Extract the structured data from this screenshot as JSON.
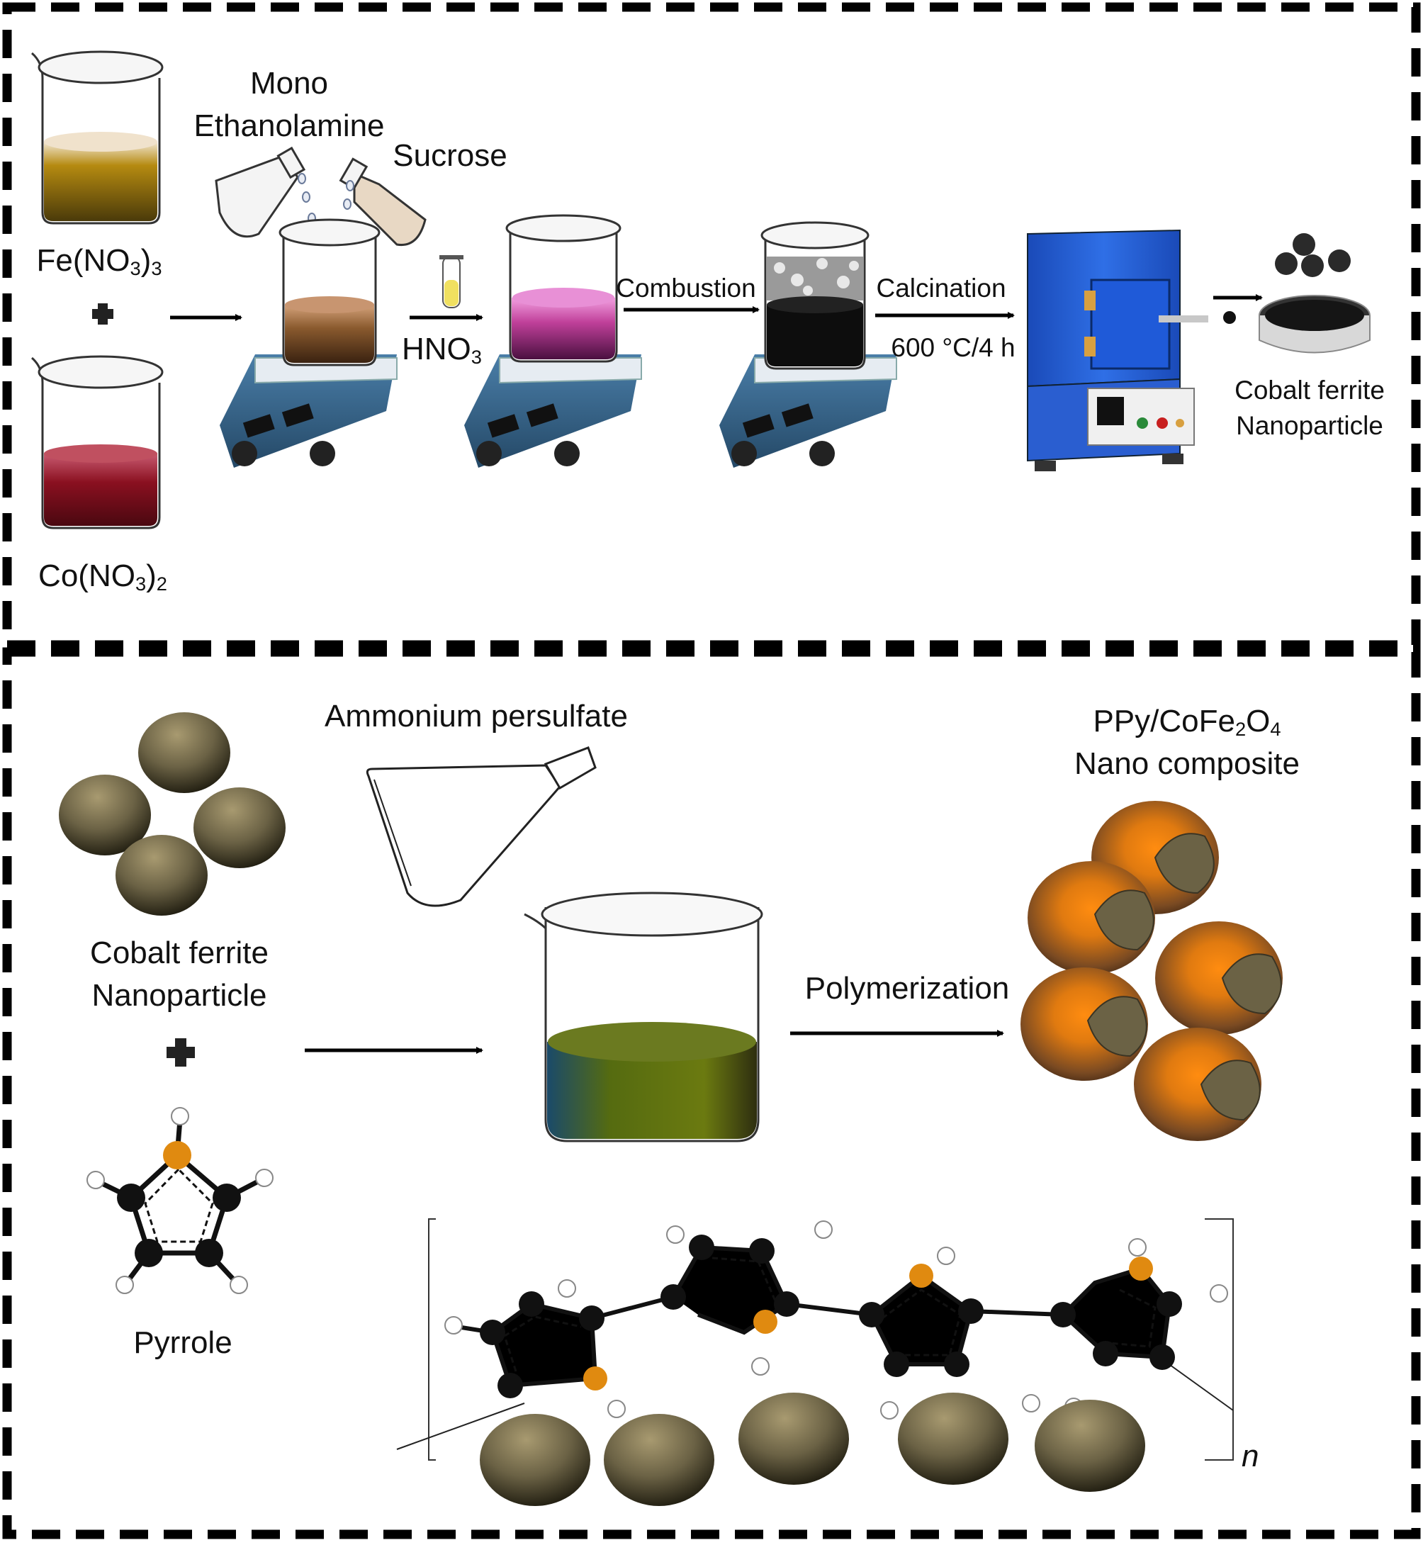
{
  "top_panel": {
    "fe_nitrate": {
      "base": "Fe(NO",
      "sub1": "3",
      "mid": ")",
      "sub2": "3"
    },
    "co_nitrate": {
      "base": "Co(NO",
      "sub1": "3",
      "mid": ")",
      "sub2": "2"
    },
    "plus": "+",
    "mono": "Mono",
    "ethanolamine": "Ethanolamine",
    "sucrose": "Sucrose",
    "hno3": {
      "base": "HNO",
      "sub": "3"
    },
    "combustion": "Combustion",
    "calcination": "Calcination",
    "temperature": "600 °C/4 h",
    "product_line1": "Cobalt ferrite",
    "product_line2": "Nanoparticle"
  },
  "bottom_panel": {
    "oxidant": "Ammonium persulfate",
    "particle_line1": "Cobalt ferrite",
    "particle_line2": "Nanoparticle",
    "plus": "+",
    "monomer": "Pyrrole",
    "step": "Polymerization",
    "composite": {
      "p1": "PPy/CoFe",
      "s1": "2",
      "p2": "O",
      "s2": "4"
    },
    "composite_line2": "Nano composite",
    "repeat_subscript": "n"
  },
  "colors": {
    "fe_solution": "#b58a10",
    "co_solution": "#8a1020",
    "mix_solution": "#8a5a2e",
    "acid_solution": "#c0409a",
    "char": "#0d0d0d",
    "furnace": "#2f6fe6",
    "green_solution": "#556b10",
    "particle": "#6b6245",
    "polymer_shell": "#e07a10",
    "nitrogen": "#e08a10",
    "carbon": "#111111"
  }
}
